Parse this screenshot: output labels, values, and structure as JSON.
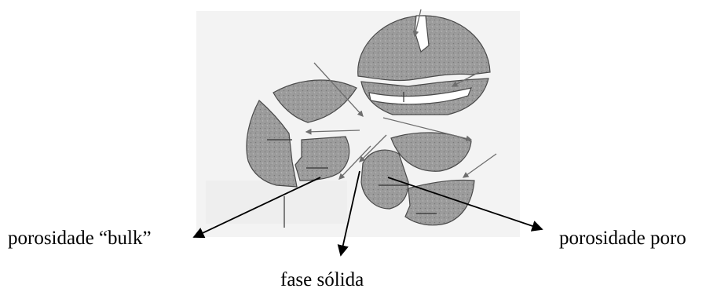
{
  "labels": {
    "bulk_porosity": "porosidade “bulk”",
    "solid_phase": "fase sólida",
    "pore_porosity": "porosidade poro"
  },
  "colors": {
    "particle_fill": "#9c9c9c",
    "particle_edge": "#4a4a4a",
    "background_panel": "#f2f2f2",
    "ink": "#000000",
    "flow_arrow": "#6e6e6e"
  },
  "icons": {
    "arrowhead": "filled-triangle"
  }
}
